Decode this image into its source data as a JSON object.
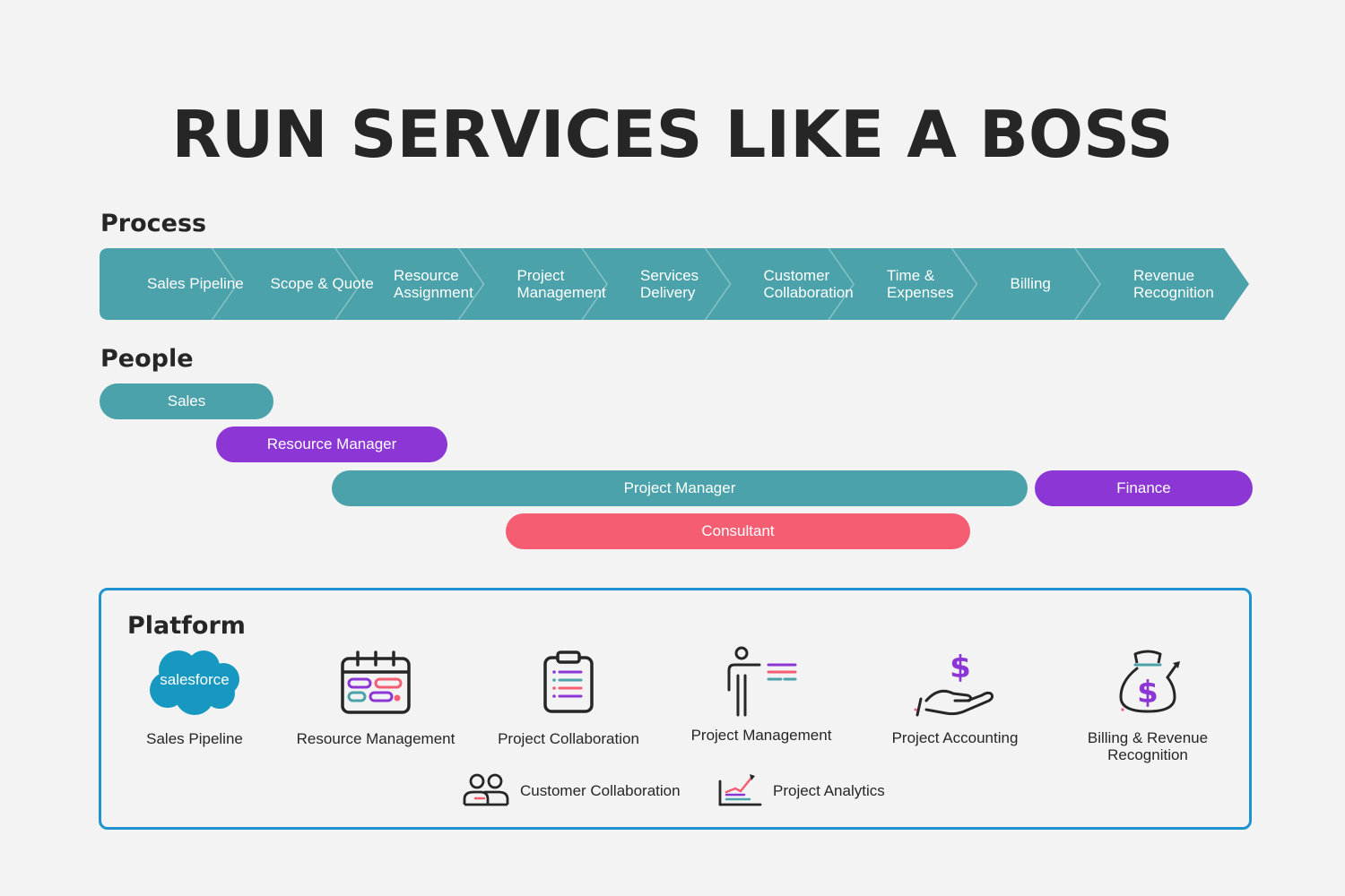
{
  "title": "RUN SERVICES LIKE A BOSS",
  "process": {
    "label": "Process",
    "steps": [
      {
        "line1": "Sales Pipeline",
        "line2": ""
      },
      {
        "line1": "Scope & Quote",
        "line2": ""
      },
      {
        "line1": "Resource",
        "line2": "Assignment"
      },
      {
        "line1": "Project",
        "line2": "Management"
      },
      {
        "line1": "Services",
        "line2": "Delivery"
      },
      {
        "line1": "Customer",
        "line2": "Collaboration"
      },
      {
        "line1": "Time &",
        "line2": "Expenses"
      },
      {
        "line1": "Billing",
        "line2": ""
      },
      {
        "line1": "Revenue",
        "line2": "Recognition"
      }
    ]
  },
  "people": {
    "label": "People",
    "roles": {
      "sales": "Sales",
      "resource_manager": "Resource Manager",
      "project_manager": "Project Manager",
      "finance": "Finance",
      "consultant": "Consultant"
    }
  },
  "platform": {
    "label": "Platform",
    "salesforce_logo_text": "salesforce",
    "items": {
      "sales_pipeline": "Sales Pipeline",
      "resource_management": "Resource Management",
      "project_collaboration": "Project Collaboration",
      "project_management": "Project Management",
      "project_accounting": "Project Accounting",
      "billing_line1": "Billing & Revenue",
      "billing_line2": "Recognition",
      "customer_collaboration": "Customer Collaboration",
      "project_analytics": "Project Analytics"
    }
  },
  "colors": {
    "teal": "#4ba2aa",
    "purple": "#8c36d6",
    "coral": "#f55d72",
    "border_blue": "#1e93cf",
    "salesforce_blue": "#1798c1"
  }
}
